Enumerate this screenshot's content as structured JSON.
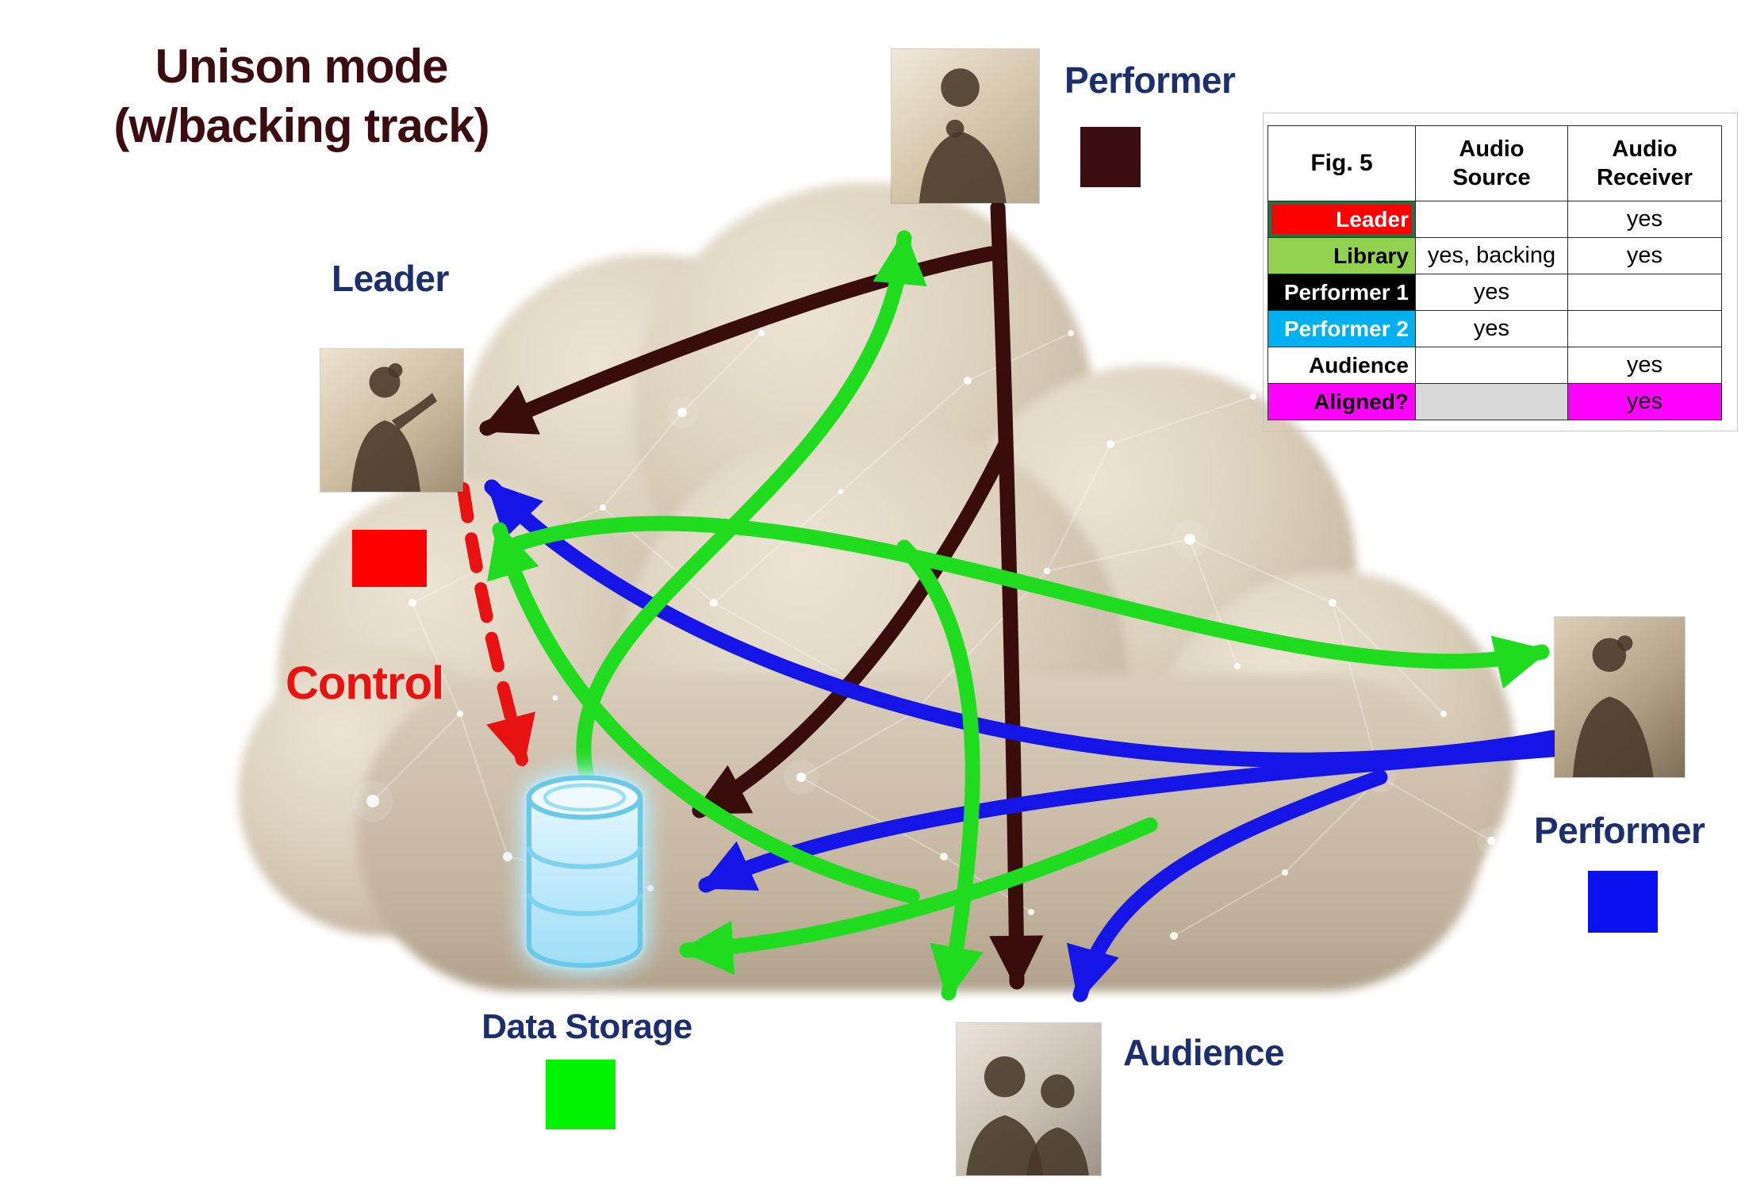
{
  "title": {
    "line1": "Unison mode",
    "line2": "(w/backing track)"
  },
  "nodes": {
    "performer_top": {
      "label": "Performer"
    },
    "leader": {
      "label": "Leader"
    },
    "performer_right": {
      "label": "Performer"
    },
    "audience": {
      "label": "Audience"
    },
    "data_storage": {
      "label": "Data Storage"
    }
  },
  "control": {
    "label": "Control"
  },
  "colors": {
    "title": "#3b0d10",
    "node_label": "#1d2e6e",
    "control": "#e81212",
    "swatch_performer_top": "#3b0d10",
    "swatch_leader": "#fe0000",
    "swatch_performer_right": "#0b10ee",
    "swatch_data_storage": "#00f400",
    "arrow_green": "#1fdc1f",
    "arrow_blue": "#1515e8",
    "arrow_dark": "#3a0d0d",
    "arrow_control": "#e81212"
  },
  "table": {
    "caption": "Fig. 5",
    "col_source": "Audio Source",
    "col_receiver": "Audio Receiver",
    "rows": [
      {
        "label": "Leader",
        "source": "",
        "receiver": "yes",
        "label_bg": "#fe0000",
        "label_fg": "#ffffff",
        "source_bg": "#ffffff",
        "receiver_bg": "#ffffff",
        "selected": true
      },
      {
        "label": "Library",
        "source": "yes, backing",
        "receiver": "yes",
        "label_bg": "#92d050",
        "label_fg": "#000000",
        "source_bg": "#ffffff",
        "receiver_bg": "#ffffff",
        "selected": false
      },
      {
        "label": "Performer 1",
        "source": "yes",
        "receiver": "",
        "label_bg": "#000000",
        "label_fg": "#ffffff",
        "source_bg": "#ffffff",
        "receiver_bg": "#ffffff",
        "selected": false
      },
      {
        "label": "Performer 2",
        "source": "yes",
        "receiver": "",
        "label_bg": "#00b0f0",
        "label_fg": "#ffffff",
        "source_bg": "#ffffff",
        "receiver_bg": "#ffffff",
        "selected": false
      },
      {
        "label": "Audience",
        "source": "",
        "receiver": "yes",
        "label_bg": "#ffffff",
        "label_fg": "#000000",
        "source_bg": "#ffffff",
        "receiver_bg": "#ffffff",
        "selected": false
      },
      {
        "label": "Aligned?",
        "source": "",
        "receiver": "yes",
        "label_bg": "#ff00ff",
        "label_fg": "#000000",
        "source_bg": "#d9d9d9",
        "receiver_bg": "#ff00ff",
        "selected": false
      }
    ]
  }
}
